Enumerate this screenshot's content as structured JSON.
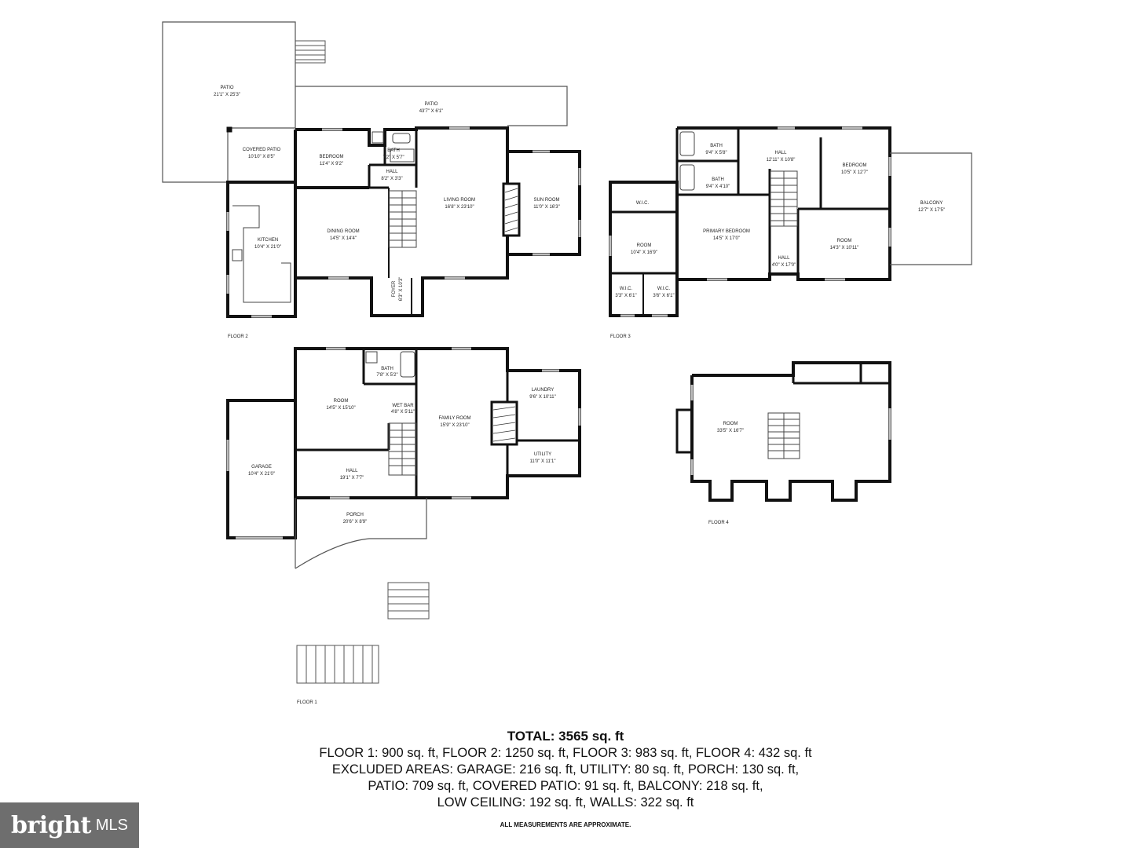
{
  "floors": {
    "floor1": {
      "label": "FLOOR 1",
      "rooms": [
        {
          "name": "BATH",
          "dims": "7'8\" X 5'2\""
        },
        {
          "name": "ROOM",
          "dims": "14'5\" X 15'10\""
        },
        {
          "name": "WET BAR",
          "dims": "4'8\" X 5'11\""
        },
        {
          "name": "FAMILY ROOM",
          "dims": "15'9\" X 23'10\""
        },
        {
          "name": "LAUNDRY",
          "dims": "9'6\" X 10'11\""
        },
        {
          "name": "UTILITY",
          "dims": "11'0\" X 11'1\""
        },
        {
          "name": "GARAGE",
          "dims": "10'4\" X 21'0\""
        },
        {
          "name": "HALL",
          "dims": "19'1\" X 7'7\""
        },
        {
          "name": "PORCH",
          "dims": "20'6\" X 8'9\""
        }
      ]
    },
    "floor2": {
      "label": "FLOOR 2",
      "rooms": [
        {
          "name": "PATIO",
          "dims": "21'1\" X 25'3\""
        },
        {
          "name": "PATIO",
          "dims": "43'7\" X 6'1\""
        },
        {
          "name": "COVERED PATIO",
          "dims": "10'10\" X 8'5\""
        },
        {
          "name": "BEDROOM",
          "dims": "11'4\" X 9'2\""
        },
        {
          "name": "BATH",
          "dims": "7'2\" X 5'7\""
        },
        {
          "name": "HALL",
          "dims": "8'2\" X 3'3\""
        },
        {
          "name": "LIVING ROOM",
          "dims": "16'8\" X 23'10\""
        },
        {
          "name": "SUN ROOM",
          "dims": "11'0\" X 16'3\""
        },
        {
          "name": "KITCHEN",
          "dims": "10'4\" X 21'0\""
        },
        {
          "name": "DINING ROOM",
          "dims": "14'5\" X 14'4\""
        },
        {
          "name": "FOYER",
          "dims": "6'3\" X 10'3\""
        }
      ]
    },
    "floor3": {
      "label": "FLOOR 3",
      "rooms": [
        {
          "name": "BATH",
          "dims": "9'4\" X 5'8\""
        },
        {
          "name": "HALL",
          "dims": "12'11\" X 10'8\""
        },
        {
          "name": "BEDROOM",
          "dims": "10'5\" X 12'7\""
        },
        {
          "name": "BATH",
          "dims": "9'4\" X 4'10\""
        },
        {
          "name": "BALCONY",
          "dims": "12'7\" X 17'5\""
        },
        {
          "name": "W.I.C.",
          "dims": ""
        },
        {
          "name": "ROOM",
          "dims": "10'4\" X 16'9\""
        },
        {
          "name": "PRIMARY BEDROOM",
          "dims": "14'5\" X 17'0\""
        },
        {
          "name": "ROOM",
          "dims": "14'3\" X 10'11\""
        },
        {
          "name": "HALL",
          "dims": "4'0\" X 17'0\""
        },
        {
          "name": "W.I.C.",
          "dims": "3'3\" X 6'1\""
        },
        {
          "name": "W.I.C.",
          "dims": "3'6\" X 6'1\""
        }
      ]
    },
    "floor4": {
      "label": "FLOOR 4",
      "rooms": [
        {
          "name": "ROOM",
          "dims": "33'5\" X 16'7\""
        }
      ]
    }
  },
  "summary": {
    "total": "TOTAL: 3565 sq. ft",
    "line1": "FLOOR 1: 900 sq. ft, FLOOR 2: 1250 sq. ft, FLOOR 3: 983 sq. ft, FLOOR 4: 432 sq. ft",
    "line2": "EXCLUDED AREAS: GARAGE: 216 sq. ft, UTILITY: 80 sq. ft, PORCH: 130 sq. ft,",
    "line3": "PATIO: 709 sq. ft, COVERED PATIO: 91 sq. ft, BALCONY: 218 sq. ft,",
    "line4": "LOW CEILING: 192 sq. ft, WALLS: 322 sq. ft",
    "note": "ALL MEASUREMENTS ARE APPROXIMATE."
  },
  "logo": {
    "word": "bright",
    "suffix": "MLS",
    "background": "#6e6e6e"
  },
  "colors": {
    "wall": "#111111",
    "thin": "#444444",
    "window": "#bdbdbd"
  }
}
